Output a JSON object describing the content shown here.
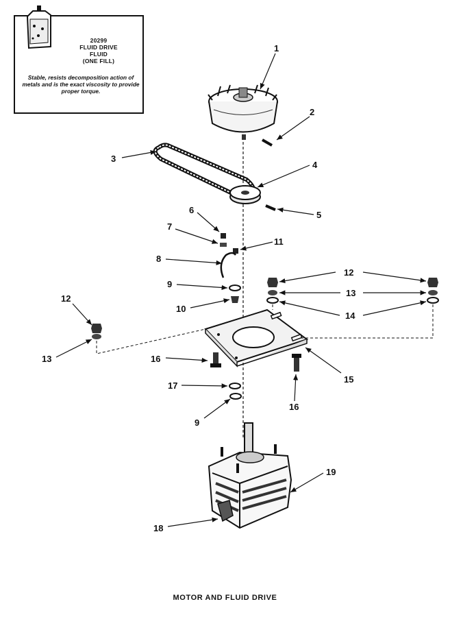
{
  "fluid_box": {
    "part_number": "20299",
    "line1": "FLUID DRIVE",
    "line2": "FLUID",
    "line3": "(ONE FILL)",
    "description": "Stable, resists decomposition action of metals and is the exact viscosity to provide proper torque."
  },
  "callouts": [
    "1",
    "2",
    "3",
    "4",
    "5",
    "6",
    "7",
    "8",
    "9",
    "10",
    "11",
    "12",
    "13",
    "14",
    "12",
    "13",
    "14",
    "15",
    "16",
    "16",
    "17",
    "9",
    "19",
    "18"
  ],
  "caption": "MOTOR AND FLUID DRIVE"
}
